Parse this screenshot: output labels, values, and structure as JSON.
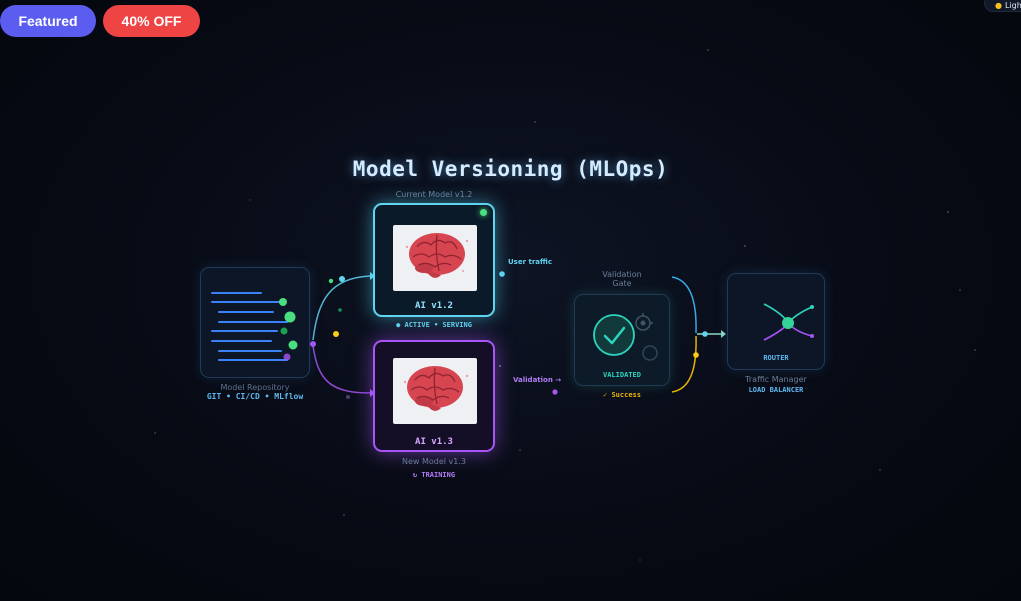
{
  "badges": {
    "featured": "Featured",
    "discount": "40% OFF"
  },
  "theme_toggle": {
    "label": "Ligh"
  },
  "title": "Model Versioning (MLOps)",
  "repository": {
    "name": "Model Repository",
    "tags": "GIT • CI/CD • MLflow"
  },
  "current_model": {
    "caption": "Current Model v1.2",
    "badge": "AI v1.2",
    "status": "● ACTIVE • SERVING"
  },
  "new_model": {
    "badge": "AI v1.3",
    "caption": "New Model v1.3",
    "status": "↻ TRAINING"
  },
  "edges": {
    "user_traffic": "User traffic",
    "validation": "Validation →"
  },
  "validation_gate": {
    "title_line1": "Validation",
    "title_line2": "Gate",
    "state": "VALIDATED",
    "result": "✓ Success"
  },
  "traffic_manager": {
    "inner": "ROUTER",
    "name": "Traffic Manager",
    "role": "LOAD BALANCER"
  },
  "colors": {
    "cyan": "#5fd4f0",
    "purple": "#a855f7",
    "green": "#4ade80",
    "yellow": "#facc15",
    "brain": "#d64550"
  }
}
